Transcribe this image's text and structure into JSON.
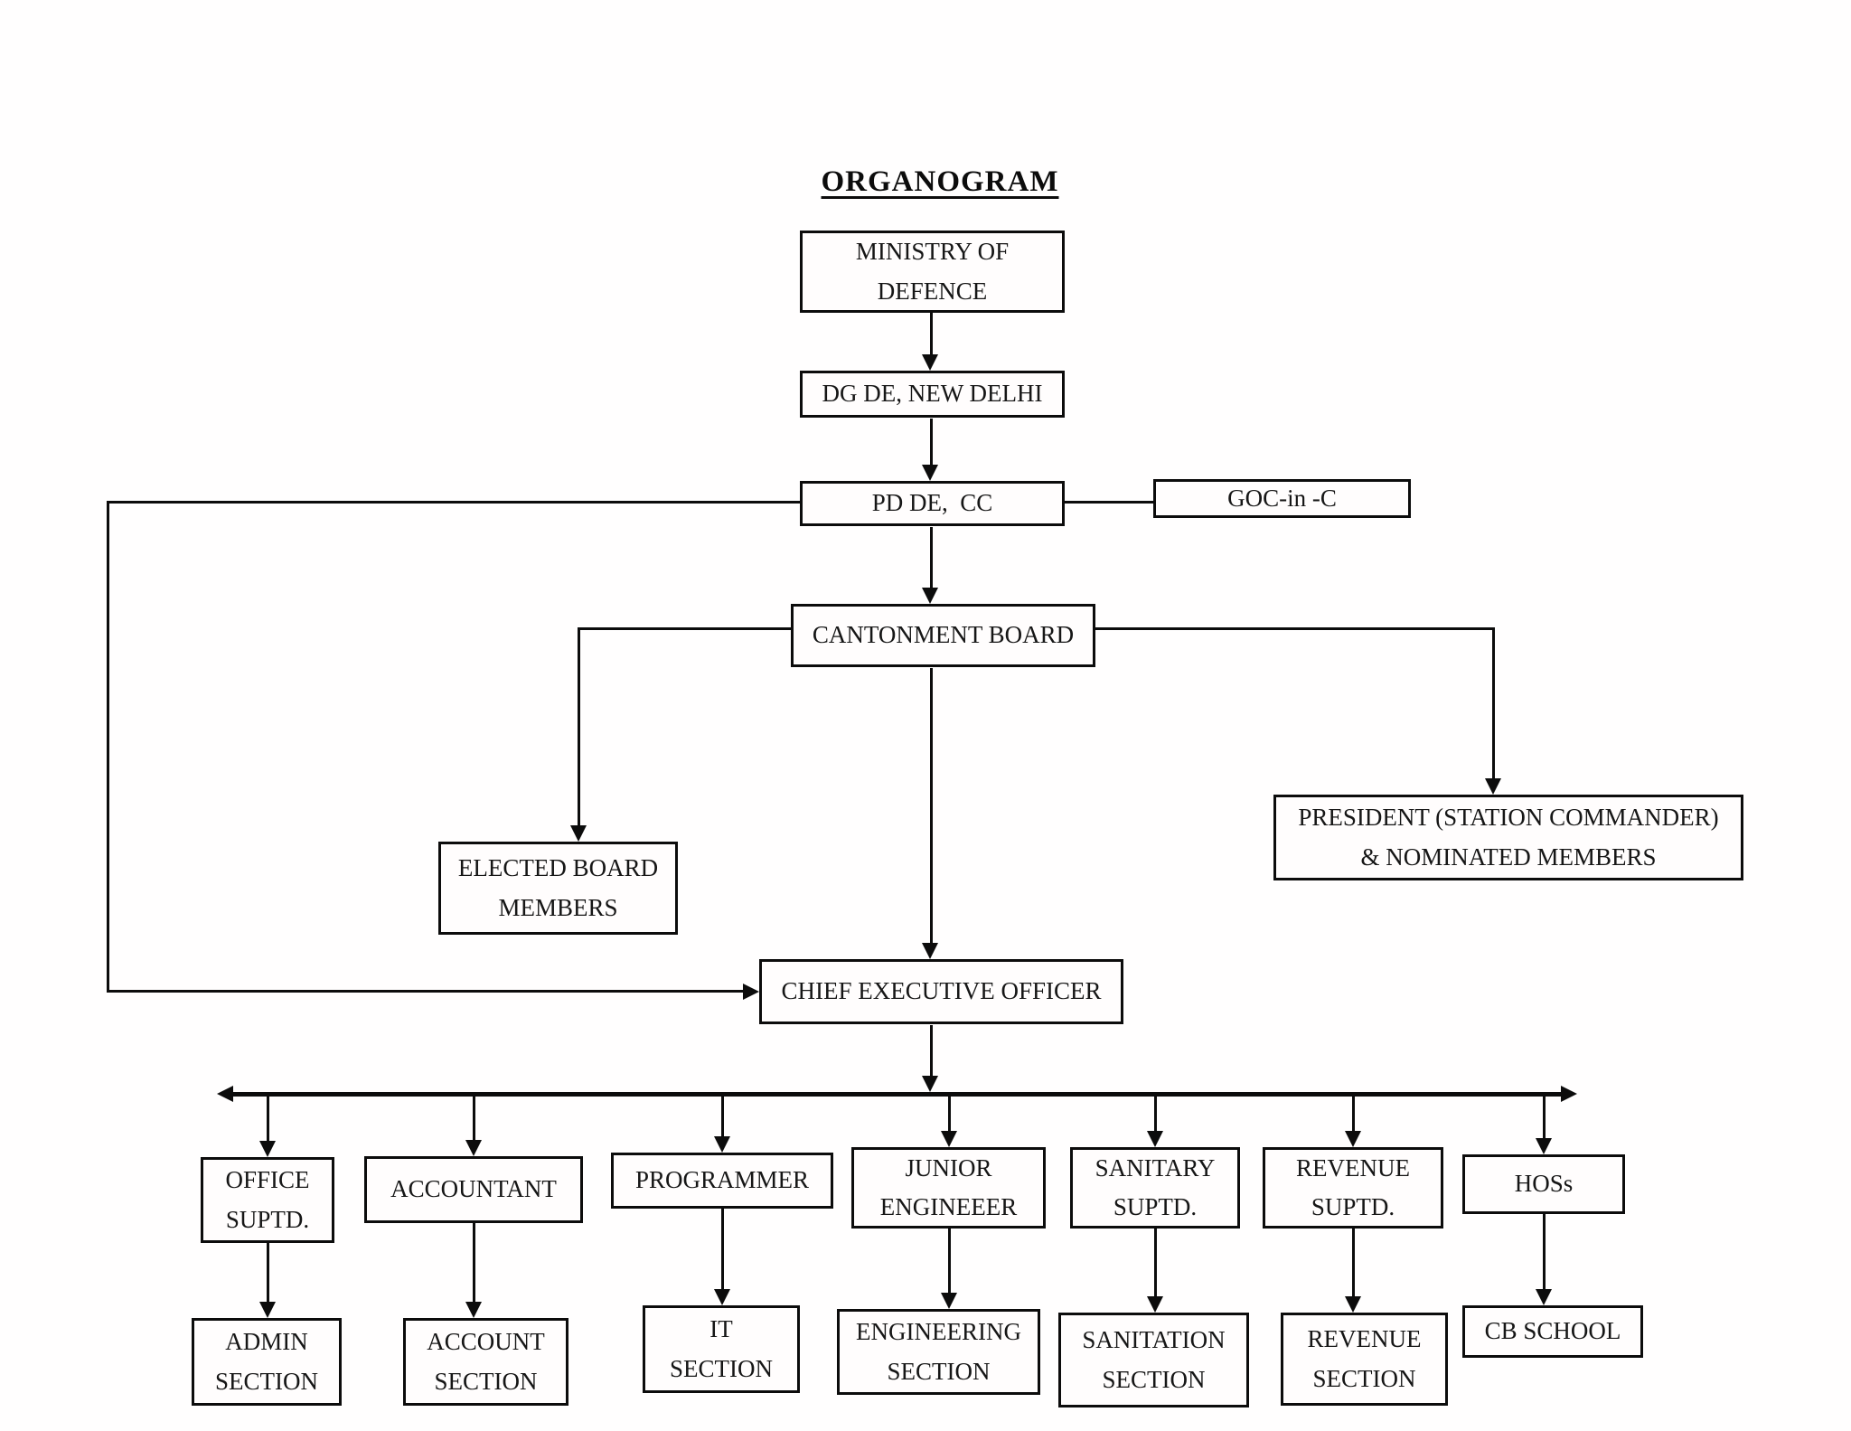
{
  "title": "ORGANOGRAM",
  "chart": {
    "ministry": {
      "label": "MINISTRY OF\nDEFENCE"
    },
    "dg_de": {
      "label": "DG DE, NEW DELHI"
    },
    "pd_de": {
      "label": "PD DE,  CC"
    },
    "goc": {
      "label": "GOC-in -C"
    },
    "cantonment_board": {
      "label": "CANTONMENT BOARD"
    },
    "elected_board": {
      "label": "ELECTED BOARD\nMEMBERS"
    },
    "president": {
      "label": "PRESIDENT (STATION COMMANDER)\n& NOMINATED MEMBERS"
    },
    "ceo": {
      "label": "CHIEF EXECUTIVE OFFICER"
    },
    "columns": [
      {
        "head": "OFFICE\nSUPTD.",
        "section": "ADMIN\nSECTION"
      },
      {
        "head": "ACCOUNTANT",
        "section": "ACCOUNT\nSECTION"
      },
      {
        "head": "PROGRAMMER",
        "section": "IT\nSECTION"
      },
      {
        "head": "JUNIOR\nENGINEEER",
        "section": "ENGINEERING\nSECTION"
      },
      {
        "head": "SANITARY\nSUPTD.",
        "section": "SANITATION\nSECTION"
      },
      {
        "head": "REVENUE\nSUPTD.",
        "section": "REVENUE\nSECTION"
      },
      {
        "head": "HOSs",
        "section": "CB SCHOOL"
      }
    ],
    "line_color": "#0c0c0c",
    "background_color": "#ffffff"
  }
}
